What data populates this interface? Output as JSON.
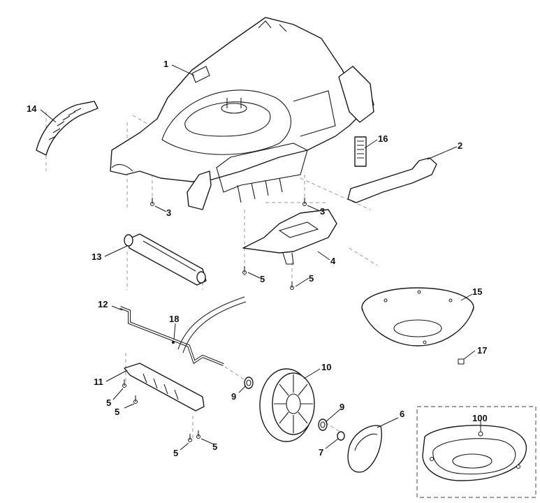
{
  "diagram": {
    "callouts": [
      {
        "id": "c1",
        "text": "1"
      },
      {
        "id": "c14",
        "text": "14"
      },
      {
        "id": "c16",
        "text": "16"
      },
      {
        "id": "c2",
        "text": "2"
      },
      {
        "id": "c3a",
        "text": "3"
      },
      {
        "id": "c3b",
        "text": "3"
      },
      {
        "id": "c13",
        "text": "13"
      },
      {
        "id": "c4",
        "text": "4"
      },
      {
        "id": "c5a",
        "text": "5"
      },
      {
        "id": "c5b",
        "text": "5"
      },
      {
        "id": "c15",
        "text": "15"
      },
      {
        "id": "c12",
        "text": "12"
      },
      {
        "id": "c18",
        "text": "18"
      },
      {
        "id": "c17",
        "text": "17"
      },
      {
        "id": "c10",
        "text": "10"
      },
      {
        "id": "c11",
        "text": "11"
      },
      {
        "id": "c9a",
        "text": "9"
      },
      {
        "id": "c9b",
        "text": "9"
      },
      {
        "id": "c5c",
        "text": "5"
      },
      {
        "id": "c5d",
        "text": "5"
      },
      {
        "id": "c6",
        "text": "6"
      },
      {
        "id": "c7",
        "text": "7"
      },
      {
        "id": "c5e",
        "text": "5"
      },
      {
        "id": "c5f",
        "text": "5"
      },
      {
        "id": "c100",
        "text": "100"
      }
    ]
  }
}
